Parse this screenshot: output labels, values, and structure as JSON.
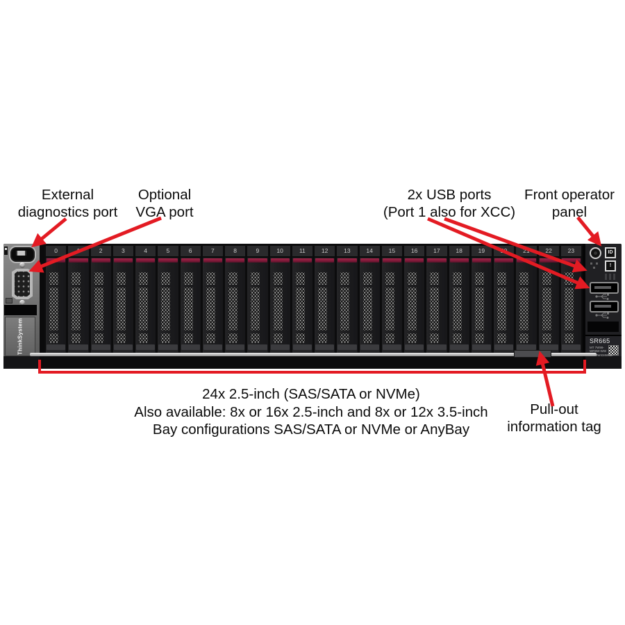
{
  "figure": {
    "callouts": {
      "external_diagnostics": "External\ndiagnostics port",
      "optional_vga": "Optional\nVGA port",
      "usb_ports": "2x USB ports\n(Port 1 also for XCC)",
      "front_operator_panel": "Front operator\npanel",
      "pull_out_tag": "Pull-out\ninformation tag"
    },
    "caption": "24x 2.5-inch (SAS/SATA or NVMe)\nAlso available: 8x or 16x 2.5-inch and 8x or 12x 3.5-inch\nBay configurations SAS/SATA or NVMe or AnyBay",
    "arrow_color": "#e31b23"
  },
  "server": {
    "brand": "ThinkSystem",
    "model": "SR665",
    "machine_type": "MT 7W99-\nWR9W-WW",
    "serial": "SN MW434W5B",
    "bay_numbers": [
      "0",
      "1",
      "2",
      "3",
      "4",
      "5",
      "6",
      "7",
      "8",
      "9",
      "10",
      "11",
      "12",
      "13",
      "14",
      "15",
      "16",
      "17",
      "18",
      "19",
      "20",
      "21",
      "22",
      "23"
    ],
    "operator_panel": {
      "id_button": "ID",
      "alert_button": "!"
    },
    "colors": {
      "tray_latch_red": "#8c1d3f",
      "chassis": "#1b1b1d"
    }
  }
}
